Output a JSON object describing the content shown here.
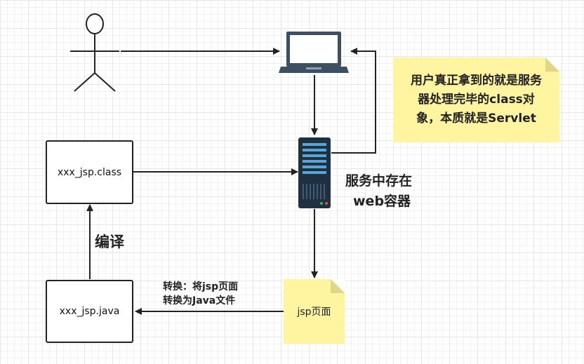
{
  "nodes": {
    "class_box": "xxx_jsp.class",
    "java_box": "xxx_jsp.java",
    "jsp_note": "jsp页面"
  },
  "notes": {
    "servlet_note": "用户真正拿到的就是服务器处理完毕的class对象，本质就是Servlet"
  },
  "labels": {
    "server_line1": "服务中存在",
    "server_line2": "web容器",
    "compile": "编译",
    "convert_line1": "转换：将jsp页面",
    "convert_line2": "转换为Java文件"
  },
  "icons": {
    "user": "stick-figure-icon",
    "laptop": "laptop-icon",
    "server": "server-rack-icon"
  },
  "colors": {
    "note_fill": "#fff5a1",
    "laptop_body": "#3d4f61",
    "laptop_screen": "#ffffff",
    "server_body": "#1f3140",
    "server_slots": "#5ba4d8"
  }
}
